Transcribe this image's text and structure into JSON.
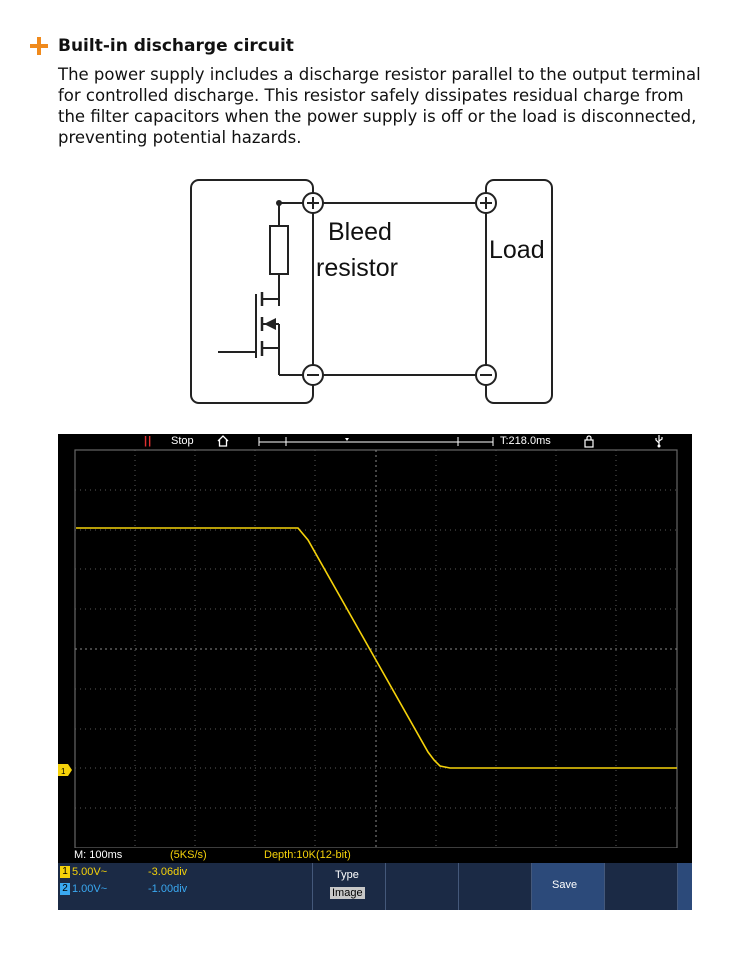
{
  "heading": {
    "title": "Built-in discharge circuit"
  },
  "paragraph": {
    "lines": [
      "The power supply includes a discharge resistor parallel to the output terminal",
      "for controlled discharge. This resistor safely dissipates residual charge from",
      "the filter capacitors when the power supply is off or the load is disconnected,",
      "preventing potential hazards."
    ]
  },
  "diagram": {
    "left_label_line1": "Bleed",
    "left_label_line2": "resistor",
    "right_label": "Load"
  },
  "scope": {
    "status": "Stop",
    "trigger_time": "T:218.0ms",
    "timebase": "M: 100ms",
    "sample_rate": "(5KS/s)",
    "depth": "Depth:10K(12-bit)",
    "ch1": {
      "num": "1",
      "scale": "5.00V~",
      "offset": "-3.06div",
      "color": "#f5d20a"
    },
    "ch2": {
      "num": "2",
      "scale": "1.00V~",
      "offset": "-1.00div",
      "color": "#3aa8f0"
    },
    "menu": {
      "type_label": "Type",
      "type_value": "Image",
      "save_label": "Save"
    },
    "ch1_marker": "1"
  },
  "colors": {
    "accent": "#f08a1c",
    "trace": "#f5d20a",
    "grid": "#7a7a7a"
  }
}
